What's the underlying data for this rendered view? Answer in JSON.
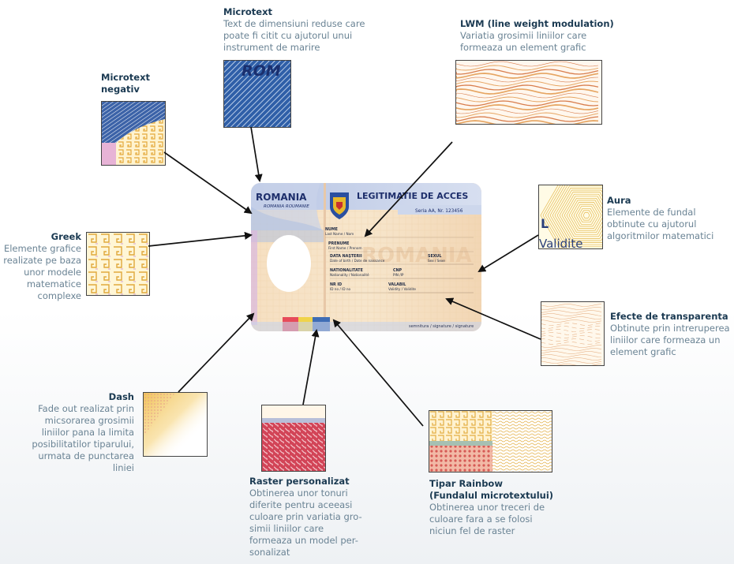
{
  "card": {
    "country": "ROMANIA",
    "country_sub": "ROMANIA ROUMANIE",
    "title": "LEGITIMATIE DE ACCES",
    "series": "Seria AA, Nr. 123456",
    "watermark": "ROMANIA",
    "fields": [
      {
        "label": "NUME",
        "sub": "Last Name / Nom"
      },
      {
        "label": "PRENUME",
        "sub": "First Name / Prenom"
      },
      {
        "label": "DATA NAŞTERII",
        "sub": "Date of birth / Date de naissance"
      },
      {
        "label": "SEXUL",
        "sub": "Sex / Sexe"
      },
      {
        "label": "NATIONALITATE",
        "sub": "Nationality / Nationalité"
      },
      {
        "label": "CNP",
        "sub": "PIN /IP"
      },
      {
        "label": "NR ID",
        "sub": "ID no / ID no"
      },
      {
        "label": "VALABIL",
        "sub": "Validity / Validite"
      }
    ],
    "signature": "semnitura / signature / signature"
  },
  "features": {
    "microtext": {
      "title": "Microtext",
      "desc": [
        "Text de dimensiuni reduse care",
        "poate fi citit cu ajutorul unui",
        "instrument de marire"
      ],
      "sample": "ROM"
    },
    "lwm": {
      "title": "LWM (line weight modulation)",
      "desc": [
        "Variatia grosimii liniilor care",
        "formeaza un element grafic"
      ]
    },
    "neg_micro": {
      "title": [
        "Microtext",
        "negativ"
      ]
    },
    "aura": {
      "title": "Aura",
      "desc": [
        "Elemente de fundal",
        "obtinute cu ajutorul",
        "algoritmilor matematici"
      ],
      "sample": [
        "L",
        "Validite"
      ]
    },
    "greek": {
      "title": "Greek",
      "desc": [
        "Elemente grafice",
        "realizate pe baza",
        "unor modele",
        "matematice",
        "complexe"
      ]
    },
    "transp": {
      "title": "Efecte de transparenta",
      "desc": [
        "Obtinute prin intreruperea",
        "liniilor care formeaza un",
        "element grafic"
      ]
    },
    "dash": {
      "title": "Dash",
      "desc": [
        "Fade out realizat prin",
        "micsorarea grosimii",
        "liniilor pana la limita",
        "posibilitatilor tiparului,",
        "urmata de punctarea",
        "liniei"
      ]
    },
    "raster": {
      "title": "Raster personalizat",
      "desc": [
        "Obtinerea unor tonuri",
        "diferite pentru aceeasi",
        "culoare prin variatia gro-",
        "simii liniilor care",
        "formeaza un model per-",
        "sonalizat"
      ]
    },
    "rainbow": {
      "title": [
        "Tipar Rainbow",
        "(Fundalul microtextului)"
      ],
      "desc": [
        "Obtinerea unor treceri de",
        "culoare fara a se folosi",
        "niciun fel de raster"
      ]
    }
  }
}
